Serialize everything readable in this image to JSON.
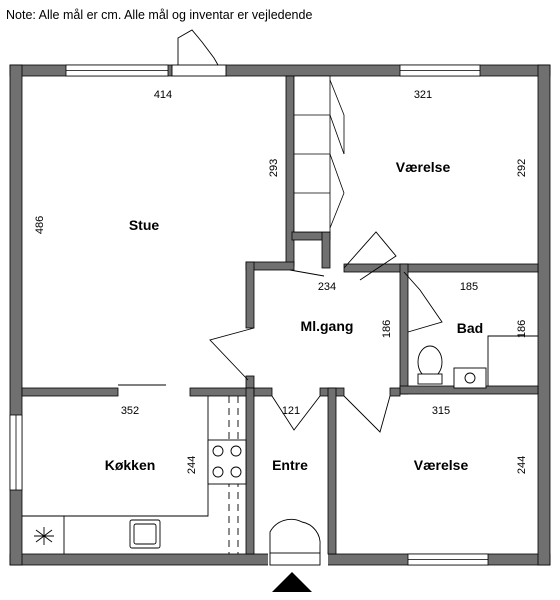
{
  "note": "Note: Alle mål er cm. Alle mål og inventar er vejledende",
  "rooms": {
    "stue": "Stue",
    "vaerelse_top": "Værelse",
    "mlgang": "Ml.gang",
    "bad": "Bad",
    "koekken": "Køkken",
    "entre": "Entre",
    "vaerelse_bottom": "Værelse"
  },
  "dimensions": {
    "stue_width": "414",
    "stue_height": "486",
    "stue_partition": "293",
    "vaerelse_top_width": "321",
    "vaerelse_top_height": "292",
    "mlgang_width": "234",
    "mlgang_height": "186",
    "bad_width": "185",
    "bad_height": "186",
    "koekken_width": "352",
    "koekken_height": "244",
    "entre_width": "121",
    "vaerelse_bottom_width": "315",
    "vaerelse_bottom_height": "244"
  },
  "colors": {
    "wall": "#707070",
    "line": "#000000",
    "window_fill": "#ffffff"
  }
}
